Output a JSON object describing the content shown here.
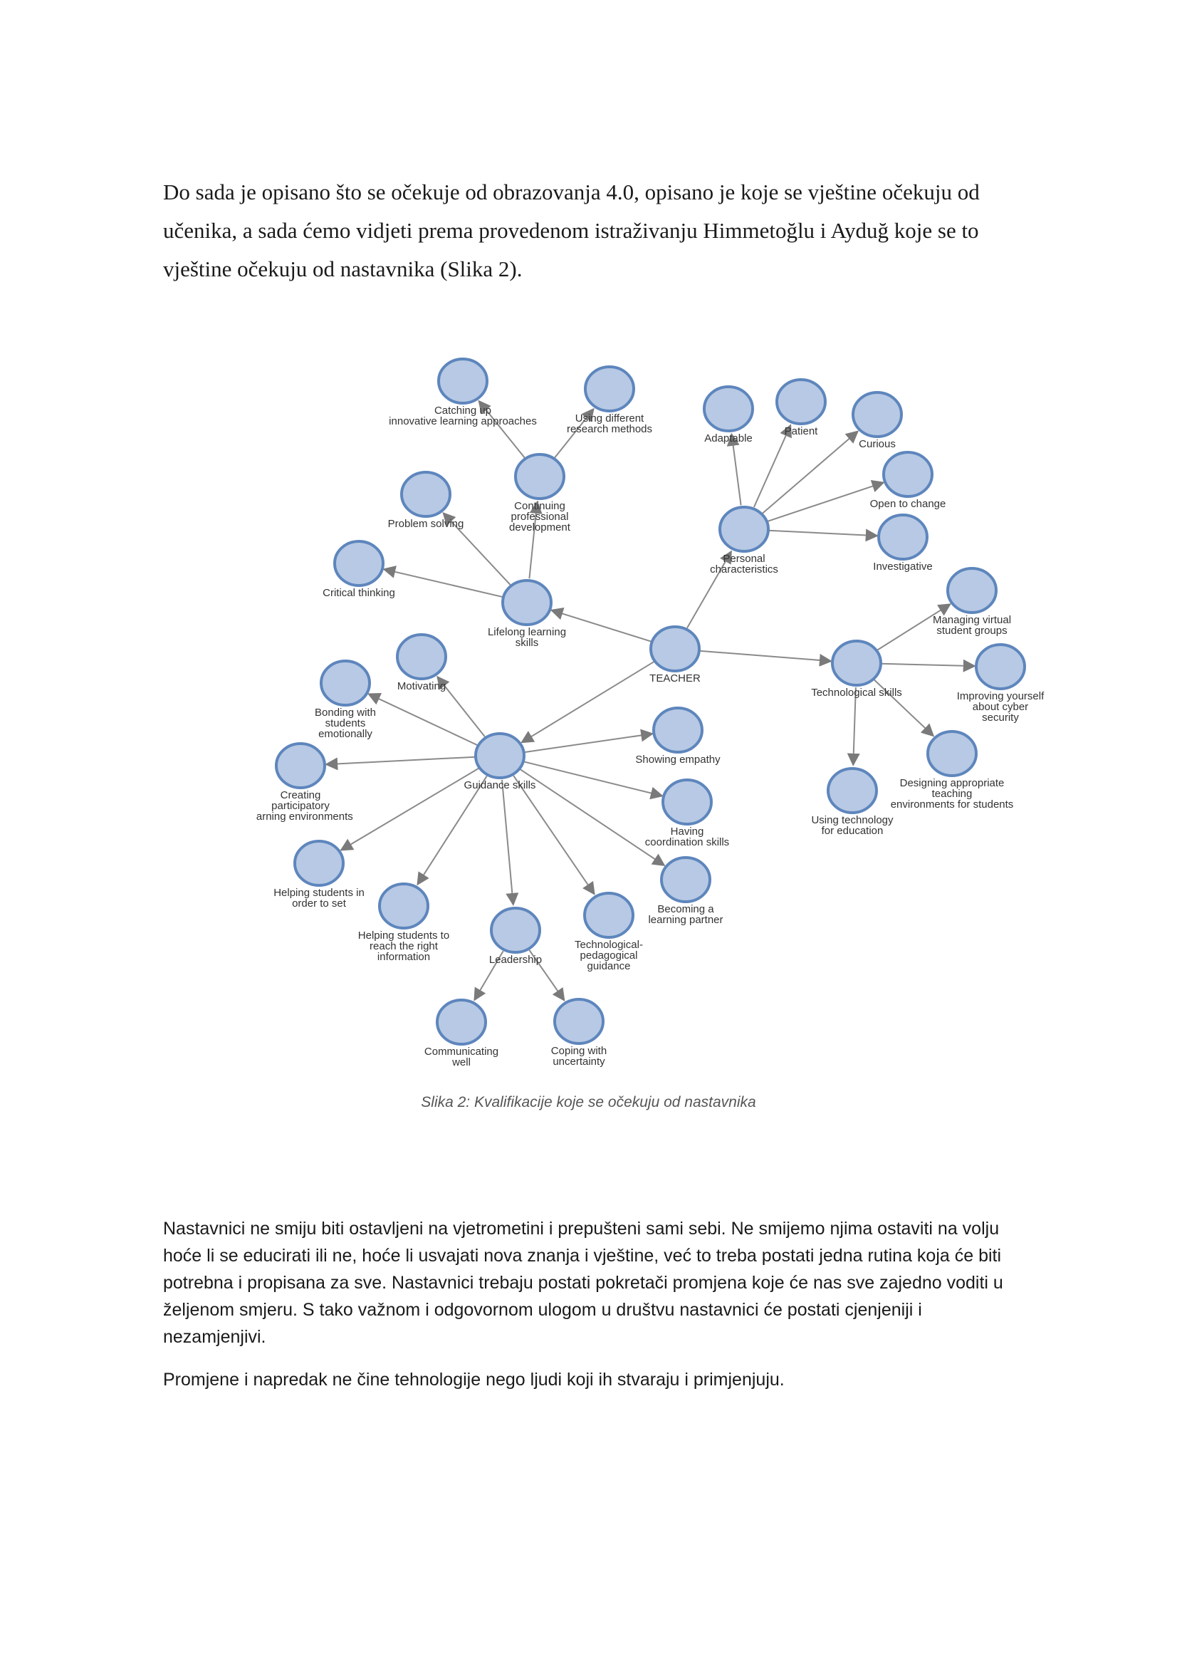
{
  "intro_paragraph": "Do sada je opisano što se očekuje od obrazovanja 4.0, opisano je koje se vještine očekuju od učenika, a sada ćemo vidjeti prema provedenom istraživanju Himmetoğlu i Ayduğ koje se to vještine očekuju od nastavnika (Slika 2).",
  "diagram": {
    "nodes": [
      {
        "id": "teacher",
        "label": "TEACHER"
      },
      {
        "id": "lifelong",
        "label": "Lifelong learning skills"
      },
      {
        "id": "personal",
        "label": "Personal characteristics"
      },
      {
        "id": "tech",
        "label": "Technological skills"
      },
      {
        "id": "guidance",
        "label": "Guidance skills"
      },
      {
        "id": "cpd",
        "label": "Continuing professional development"
      },
      {
        "id": "catching",
        "label": "Catching up innovative learning approaches"
      },
      {
        "id": "research",
        "label": "Using different research methods"
      },
      {
        "id": "problem",
        "label": "Problem solving"
      },
      {
        "id": "critical",
        "label": "Critical thinking"
      },
      {
        "id": "adaptable",
        "label": "Adaptable"
      },
      {
        "id": "patient",
        "label": "Patient"
      },
      {
        "id": "curious",
        "label": "Curious"
      },
      {
        "id": "open",
        "label": "Open to change"
      },
      {
        "id": "investigative",
        "label": "Investigative"
      },
      {
        "id": "virtual",
        "label": "Managing virtual student groups"
      },
      {
        "id": "cyber",
        "label": "Improving yourself about cyber security"
      },
      {
        "id": "designing",
        "label": "Designing appropriate teaching environments for students"
      },
      {
        "id": "usingtech",
        "label": "Using technology for education"
      },
      {
        "id": "motivating",
        "label": "Motivating"
      },
      {
        "id": "bonding",
        "label": "Bonding with students emotionally"
      },
      {
        "id": "creating",
        "label": "Creating participatory learning environments"
      },
      {
        "id": "goals",
        "label": "Helping students in order to set goals"
      },
      {
        "id": "reach",
        "label": "Helping students to reach the right information"
      },
      {
        "id": "leadership",
        "label": "Leadership"
      },
      {
        "id": "techped",
        "label": "Technological-pedagogical guidance"
      },
      {
        "id": "partner",
        "label": "Becoming a learning partner"
      },
      {
        "id": "coordination",
        "label": "Having coordination skills"
      },
      {
        "id": "empathy",
        "label": "Showing empathy"
      },
      {
        "id": "communicating",
        "label": "Communicating well"
      },
      {
        "id": "coping",
        "label": "Coping with uncertainty"
      }
    ],
    "edges": [
      [
        "teacher",
        "lifelong"
      ],
      [
        "teacher",
        "personal"
      ],
      [
        "teacher",
        "tech"
      ],
      [
        "teacher",
        "guidance"
      ],
      [
        "lifelong",
        "cpd"
      ],
      [
        "lifelong",
        "problem"
      ],
      [
        "lifelong",
        "critical"
      ],
      [
        "cpd",
        "catching"
      ],
      [
        "cpd",
        "research"
      ],
      [
        "personal",
        "adaptable"
      ],
      [
        "personal",
        "patient"
      ],
      [
        "personal",
        "curious"
      ],
      [
        "personal",
        "open"
      ],
      [
        "personal",
        "investigative"
      ],
      [
        "tech",
        "virtual"
      ],
      [
        "tech",
        "cyber"
      ],
      [
        "tech",
        "designing"
      ],
      [
        "tech",
        "usingtech"
      ],
      [
        "guidance",
        "motivating"
      ],
      [
        "guidance",
        "bonding"
      ],
      [
        "guidance",
        "creating"
      ],
      [
        "guidance",
        "goals"
      ],
      [
        "guidance",
        "reach"
      ],
      [
        "guidance",
        "leadership"
      ],
      [
        "guidance",
        "techped"
      ],
      [
        "guidance",
        "partner"
      ],
      [
        "guidance",
        "coordination"
      ],
      [
        "guidance",
        "empathy"
      ],
      [
        "leadership",
        "communicating"
      ],
      [
        "leadership",
        "coping"
      ]
    ]
  },
  "caption": "Slika 2: Kvalifikacije koje se očekuju od nastavnika",
  "paragraph_2": "Nastavnici ne smiju biti ostavljeni na vjetrometini i prepušteni sami sebi. Ne smijemo njima ostaviti na volju hoće li se educirati ili ne, hoće li usvajati nova znanja i vještine, već to treba postati jedna rutina koja će biti potrebna i propisana za sve. Nastavnici trebaju postati pokretači promjena koje će nas sve zajedno voditi u željenom smjeru. S tako važnom i odgovornom ulogom u društvu nastavnici će postati cjenjeniji i nezamjenjivi.",
  "paragraph_3": "Promjene i napredak ne čine tehnologije nego ljudi koji ih stvaraju i primjenjuju."
}
